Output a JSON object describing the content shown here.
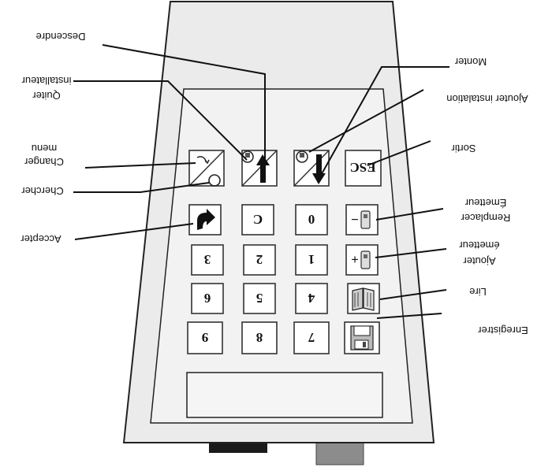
{
  "labels": {
    "descendre": "Descendre",
    "quitter_1": "Quiter",
    "quitter_2": "installateur",
    "changer_1": "Changer",
    "changer_2": "menu",
    "chercher": "Chercher",
    "accepter": "Accepter",
    "monter": "Monter",
    "ajouter_installation": "Ajouter instalation",
    "sortir": "Sortir",
    "remplacer_1": "Remplacer",
    "remplacer_2": "Émetteur",
    "ajouter_emetteur_1": "Ajouter",
    "ajouter_emetteur_2": "émetteur",
    "lire": "Lire",
    "enregistrer": "Enregistrer"
  },
  "keys": {
    "esc": "ESC",
    "c": "C",
    "zero": "0",
    "one": "1",
    "two": "2",
    "three": "3",
    "four": "4",
    "five": "5",
    "six": "6",
    "seven": "7",
    "eight": "8",
    "nine": "9",
    "minus": "−",
    "plus": "+"
  },
  "colors": {
    "device_fill": "#ebebeb",
    "inner_fill": "#f2f2f2",
    "foot_dark": "#1a1a1a",
    "foot_grey": "#8c8c8c"
  }
}
